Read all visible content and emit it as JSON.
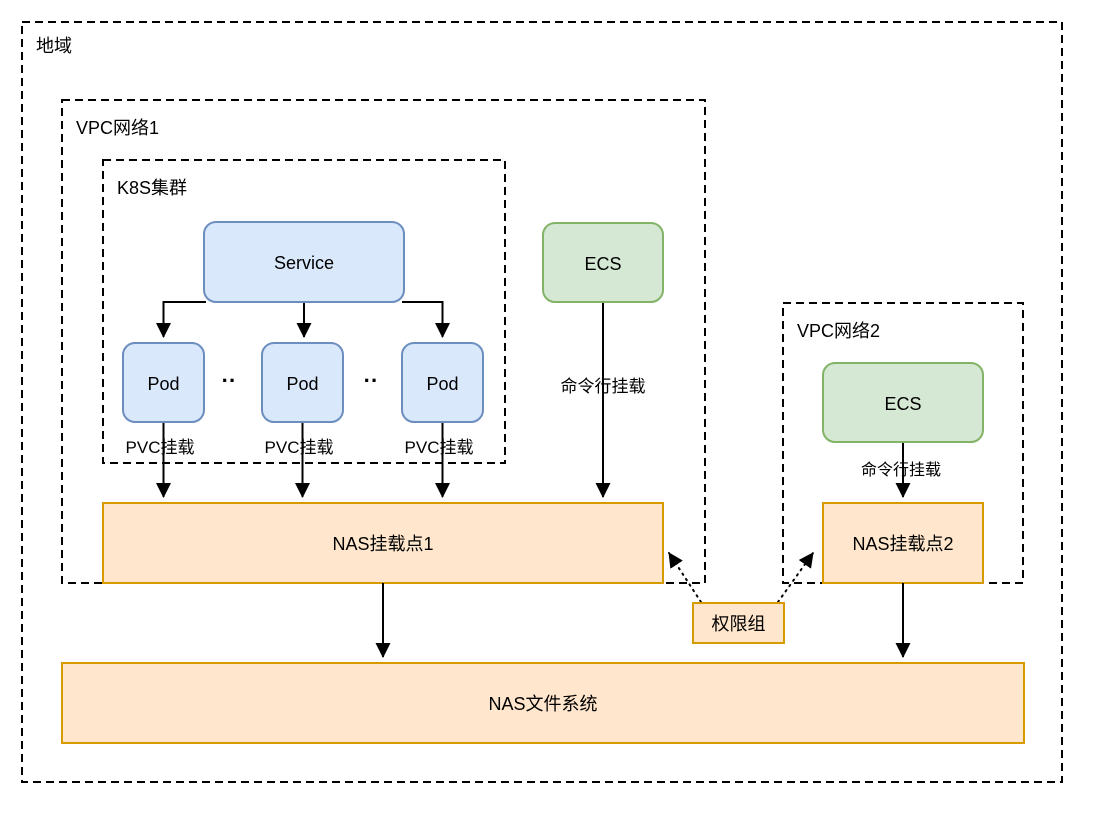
{
  "colors": {
    "blue_fill": "#dae8fc",
    "blue_stroke": "#6c8ebf",
    "green_fill": "#d5e8d4",
    "green_stroke": "#82b366",
    "orange_fill": "#ffe6cc",
    "orange_stroke": "#d79b00",
    "line": "#000000"
  },
  "diagram": {
    "region": {
      "label": "地域"
    },
    "vpc1": {
      "label": "VPC网络1"
    },
    "k8s": {
      "label": "K8S集群"
    },
    "service": {
      "label": "Service"
    },
    "pods": [
      {
        "label": "Pod",
        "mount_label": "PVC挂载"
      },
      {
        "label": "Pod",
        "mount_label": "PVC挂载"
      },
      {
        "label": "Pod",
        "mount_label": "PVC挂载"
      }
    ],
    "pod_ellipsis": "··",
    "ecs_vpc1": {
      "label": "ECS",
      "mount_label": "命令行挂载"
    },
    "nas_mount1": {
      "label": "NAS挂载点1"
    },
    "vpc2": {
      "label": "VPC网络2"
    },
    "ecs_vpc2": {
      "label": "ECS",
      "mount_label": "命令行挂载"
    },
    "nas_mount2": {
      "label": "NAS挂载点2"
    },
    "permission_group": {
      "label": "权限组"
    },
    "nas_fs": {
      "label": "NAS文件系统"
    }
  }
}
